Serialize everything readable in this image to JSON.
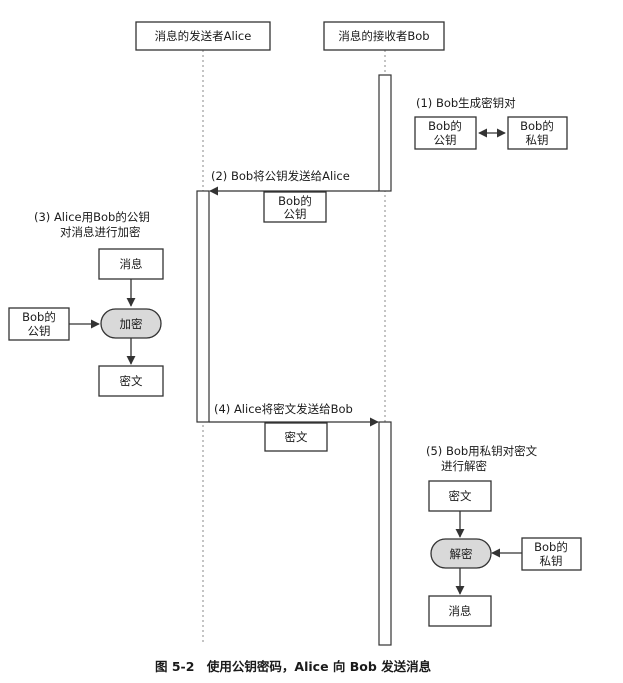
{
  "participants": {
    "alice": "消息的发送者Alice",
    "bob": "消息的接收者Bob"
  },
  "steps": {
    "s1": "(1) Bob生成密钥对",
    "s2": "(2) Bob将公钥发送给Alice",
    "s3": [
      "(3) Alice用Bob的公钥",
      "对消息进行加密"
    ],
    "s4": "(4) Alice将密文发送给Bob",
    "s5": [
      "(5) Bob用私钥对密文",
      "进行解密"
    ]
  },
  "boxes": {
    "bob_public_key": [
      "Bob的",
      "公钥"
    ],
    "bob_private_key": [
      "Bob的",
      "私钥"
    ],
    "message": "消息",
    "ciphertext": "密文"
  },
  "processes": {
    "encrypt": "加密",
    "decrypt": "解密"
  },
  "caption": "图 5-2　使用公钥密码，Alice 向 Bob 发送消息",
  "colors": {
    "line": "#333333",
    "process_fill": "#d9d9d9",
    "lifeline": "#8a8a8a"
  }
}
